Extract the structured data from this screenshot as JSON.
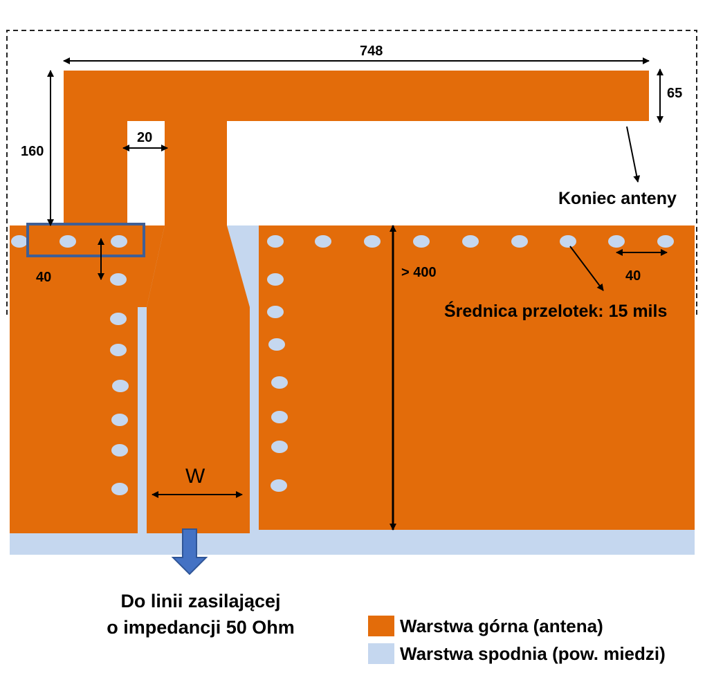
{
  "dimensions": {
    "total_length": "748",
    "arm_thickness": "65",
    "antenna_height": "160",
    "gap": "20",
    "via_spacing_vertical": "40",
    "via_spacing_horizontal": "40",
    "ground_length": "> 400",
    "feed_width": "W"
  },
  "notes": {
    "antenna_end": "Koniec anteny",
    "via_diameter": "Średnica przelotek: 15 mils"
  },
  "caption": {
    "line1": "Do linii zasilającej",
    "line2": "o impedancji 50 Ohm"
  },
  "legend": [
    {
      "label": "Warstwa górna (antena)",
      "color": "#e36c0a"
    },
    {
      "label": "Warstwa spodnia (pow. miedzi)",
      "color": "#c5d7ef"
    }
  ],
  "colors": {
    "top_layer": "#e36c0a",
    "bottom_layer": "#c5d7ef",
    "via_highlight": "#3f5f95",
    "feed_arrow": "#4472c4"
  }
}
